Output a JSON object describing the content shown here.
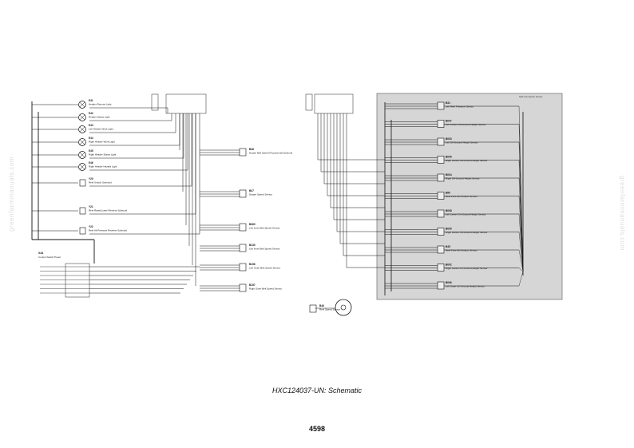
{
  "watermark": "greenfarmmanuals.com",
  "caption": "HXC124037-UN: Schematic",
  "page_number": "4598",
  "box_label": "Sub-Connector Group",
  "left_components": [
    {
      "id": "E41",
      "label": "Header Remote Light"
    },
    {
      "id": "E42",
      "label": "Reader Status Light"
    },
    {
      "id": "E43",
      "label": "Left Header Work Light"
    },
    {
      "id": "E44",
      "label": "Right Header Work Light"
    },
    {
      "id": "E45",
      "label": "Right Header Status Light"
    },
    {
      "id": "E46",
      "label": "Right Header Hazard Light"
    },
    {
      "id": "Y20",
      "label": "Reel Unlock Solenoid"
    },
    {
      "id": "Y21",
      "label": "Reel Raise/Lower Reverse Solenoid"
    },
    {
      "id": "Y22",
      "label": "Reel Aft Pressure Reverse Solenoid"
    }
  ],
  "center_components": [
    {
      "id": "B48",
      "label": "Draper Belt Speed Proportional Solenoid"
    },
    {
      "id": "B47",
      "label": "Draper Speed Sensor"
    },
    {
      "id": "B360",
      "label": "Left Inner Belt Speed Sensor"
    },
    {
      "id": "B130",
      "label": "Left Inner Belt Speed Sensor"
    },
    {
      "id": "B156",
      "label": "Left Outer Belt Speed Sensor"
    },
    {
      "id": "B157",
      "label": "Right Outer Belt Speed Sensor"
    },
    {
      "id": "B46",
      "label": "Reel Speed Sensor"
    }
  ],
  "right_components": [
    {
      "id": "B31",
      "label": "Left Reel Pressure Sensor"
    },
    {
      "id": "B047",
      "label": "Left Center Off-Ground Height Sensor"
    },
    {
      "id": "B003",
      "label": "Left Off-Ground Height Sensor"
    },
    {
      "id": "B005",
      "label": "Right Center Off-Ground Height Sensor"
    },
    {
      "id": "B004",
      "label": "Right Off-Ground Height Sensor"
    },
    {
      "id": "B80",
      "label": "Reel Fore-Aft Position Sensor"
    },
    {
      "id": "B008",
      "label": "Left Center On-Ground Height Sensor"
    },
    {
      "id": "B009",
      "label": "Right Center Off-Ground Height Sensor"
    },
    {
      "id": "B45",
      "label": "Reel Fore-Aft Position Sensor"
    },
    {
      "id": "B002",
      "label": "Right Center On-Ground Height Sensor"
    },
    {
      "id": "B006",
      "label": "Left Outer On-Ground Height Sensor"
    }
  ],
  "connector": {
    "id": "X44",
    "label": "Control Switch Panel"
  }
}
